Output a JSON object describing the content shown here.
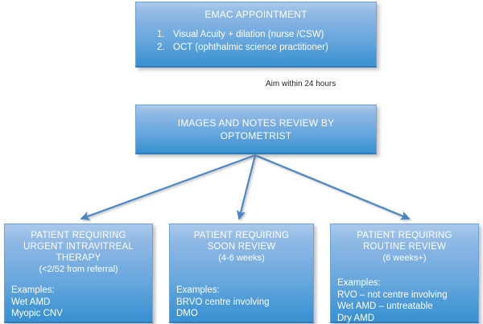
{
  "diagram": {
    "title": "EMAC patient pathway flowchart",
    "accent_color": "#4a90d0",
    "box_fill_top": "#a9c9ea",
    "box_fill_bottom": "#3d93d2",
    "arrow_color": "#4a86c5",
    "text_color": "#ffffff",
    "label_color": "#262626"
  },
  "nodes": {
    "emac": {
      "title": "EMAC APPOINTMENT",
      "items": [
        {
          "num": "1.",
          "text": "Visual Acuity + dilation (nurse /CSW)"
        },
        {
          "num": "2.",
          "text": "OCT (ophthalmic science practitioner)"
        }
      ]
    },
    "review": {
      "title": "IMAGES AND NOTES REVIEW BY OPTOMETRIST"
    },
    "urgent": {
      "title": "PATIENT REQUIRING\nURGENT INTRAVITREAL\nTHERAPY",
      "subtitle": "(<2/52 from referral)",
      "examples_heading": "Examples:",
      "examples": "Wet AMD\nMyopic CNV"
    },
    "soon": {
      "title": "PATIENT REQUIRING\nSOON REVIEW",
      "subtitle": "(4-6 weeks)",
      "examples_heading": "Examples:",
      "examples": "BRVO centre involving\nDMO"
    },
    "routine": {
      "title": "PATIENT REQUIRING\nROUTINE REVIEW",
      "subtitle": "(6 weeks+)",
      "examples_heading": "Examples:",
      "examples": "RVO – not centre involving\nWet AMD – untreatable\nDry AMD"
    }
  },
  "edges": {
    "emac_to_review_label": "Aim within 24 hours"
  }
}
